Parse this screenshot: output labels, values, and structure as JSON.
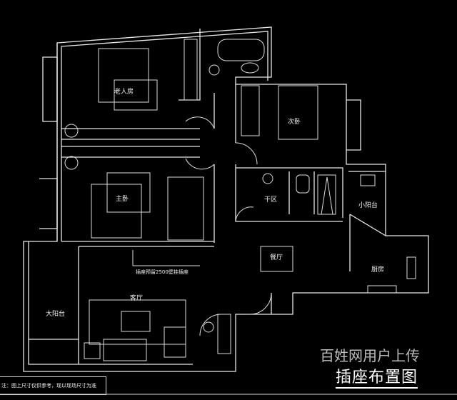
{
  "title": "插座布置图",
  "watermark": "百姓网用户上传",
  "note": "注：图上尺寸仅供参考，现以现场尺寸为准",
  "annotation": "插座预留2500壁挂插座",
  "rooms": {
    "elder_room": "老人房",
    "master_bedroom": "主卧",
    "second_bedroom": "次卧",
    "dry_area": "干区",
    "small_balcony": "小阳台",
    "dining_room": "餐厅",
    "kitchen": "厨房",
    "big_balcony": "大阳台",
    "living_room": "客厅"
  }
}
